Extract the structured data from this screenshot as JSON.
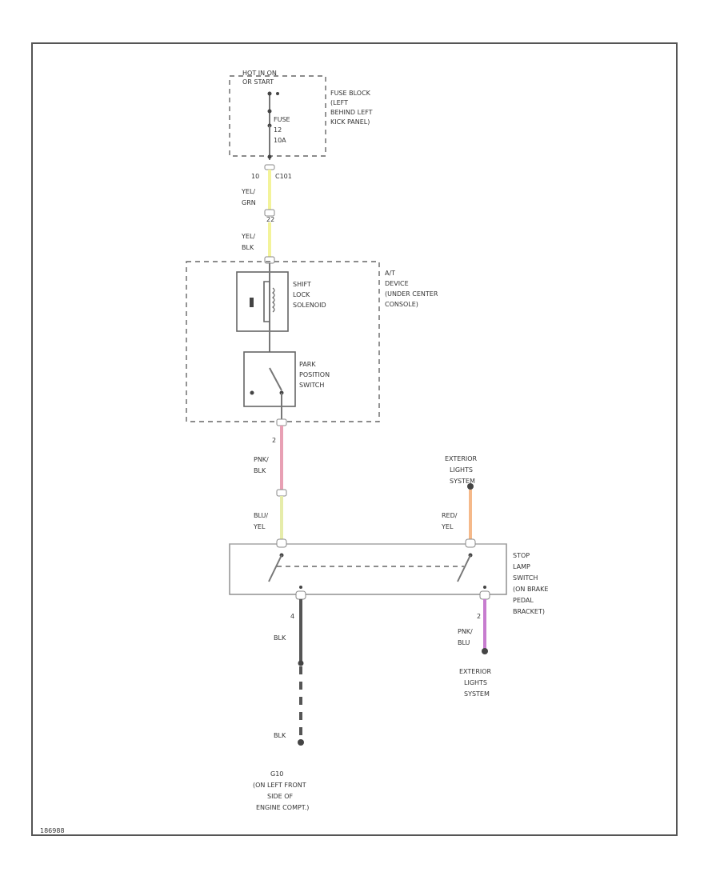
{
  "labels": {
    "hot_in": [
      "HOT IN ON",
      "OR START"
    ],
    "fuse_block": [
      "FUSE BLOCK",
      "(LEFT",
      "BEHIND LEFT",
      "KICK PANEL)"
    ],
    "fuse": [
      "FUSE",
      "12",
      "10A"
    ],
    "conn_top_left": "10",
    "conn_top_right": "C101",
    "wire_yel_grn": [
      "YEL/",
      "GRN"
    ],
    "conn_mid_top": "22",
    "wire_yel_blk": [
      "YEL/",
      "BLK"
    ],
    "at_device": [
      "A/T",
      "DEVICE",
      "(UNDER CENTER",
      "CONSOLE)"
    ],
    "shift_lock": [
      "SHIFT",
      "LOCK",
      "SOLENOID"
    ],
    "park_switch": [
      "PARK",
      "POSITION",
      "SWITCH"
    ],
    "conn_2": "2",
    "wire_pnk_blk": [
      "PNK/",
      "BLK"
    ],
    "wire_blu_yel": [
      "BLU/",
      "YEL"
    ],
    "ext_lights_top": [
      "EXTERIOR",
      "LIGHTS",
      "SYSTEM"
    ],
    "wire_red_yel": [
      "RED/",
      "YEL"
    ],
    "stop_lamp": [
      "STOP",
      "LAMP",
      "SWITCH",
      "(ON BRAKE",
      "PEDAL",
      "BRACKET)"
    ],
    "conn_4": "4",
    "wire_blk": "BLK",
    "conn_2b": "2",
    "wire_pnk_blu": [
      "PNK/",
      "BLU"
    ],
    "ext_lights_bottom": [
      "EXTERIOR",
      "LIGHTS",
      "SYSTEM"
    ],
    "wire_blk2": "BLK",
    "ground": [
      "G10",
      "(ON LEFT FRONT",
      "SIDE OF",
      "ENGINE COMPT.)"
    ],
    "ref": "186988"
  },
  "wire_colors": {
    "yel_grn": "#f3f39a",
    "yel_blk": "#f3f39a",
    "pnk_blk": "#e8a0b4",
    "blu_yel": "#e6ecaa",
    "red_yel": "#f5b98a",
    "pnk_blu": "#c77ccf",
    "blk": "#555555"
  }
}
